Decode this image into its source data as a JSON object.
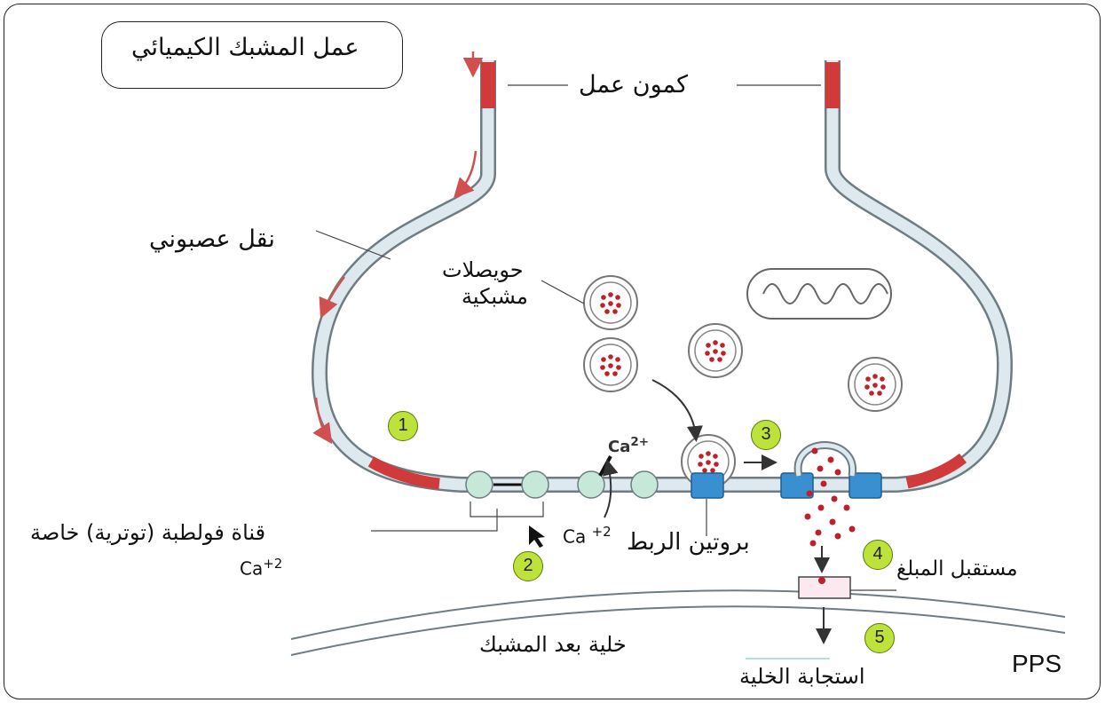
{
  "title": "عمل المشبك الكيميائي",
  "labels": {
    "action_potential": "كمون عمل",
    "nerve_impulse": "نقل عصبوني",
    "vesicles_line1": "حويصلات",
    "vesicles_line2": "مشبكية",
    "calcium_channel": "قناة فولطبة (توترية) خاصة",
    "calcium_channel_ion": "Ca+2",
    "ca_ion_inflow": "Ca+2",
    "ca_top": "Ca2+",
    "binding_protein": "بروتين الربط",
    "receptor": "مستقبل المبلغ",
    "postsynaptic_cell": "خلية بعد المشبك",
    "cell_response": "استجابة الخلية",
    "pps": "PPS"
  },
  "steps": [
    "1",
    "2",
    "3",
    "4",
    "5"
  ],
  "colors": {
    "membrane": "#6e7c84",
    "membrane_fill": "#dde9ef",
    "depolarized": "#d13a3a",
    "arrow_red": "#d05050",
    "neurotransmitter": "#c0202a",
    "channel": "#c5e8d8",
    "binding_protein": "#3a8fd0",
    "badge": "#bde33a"
  },
  "icons": [
    "mitochondrion-icon",
    "cursor-arrow-icon"
  ]
}
